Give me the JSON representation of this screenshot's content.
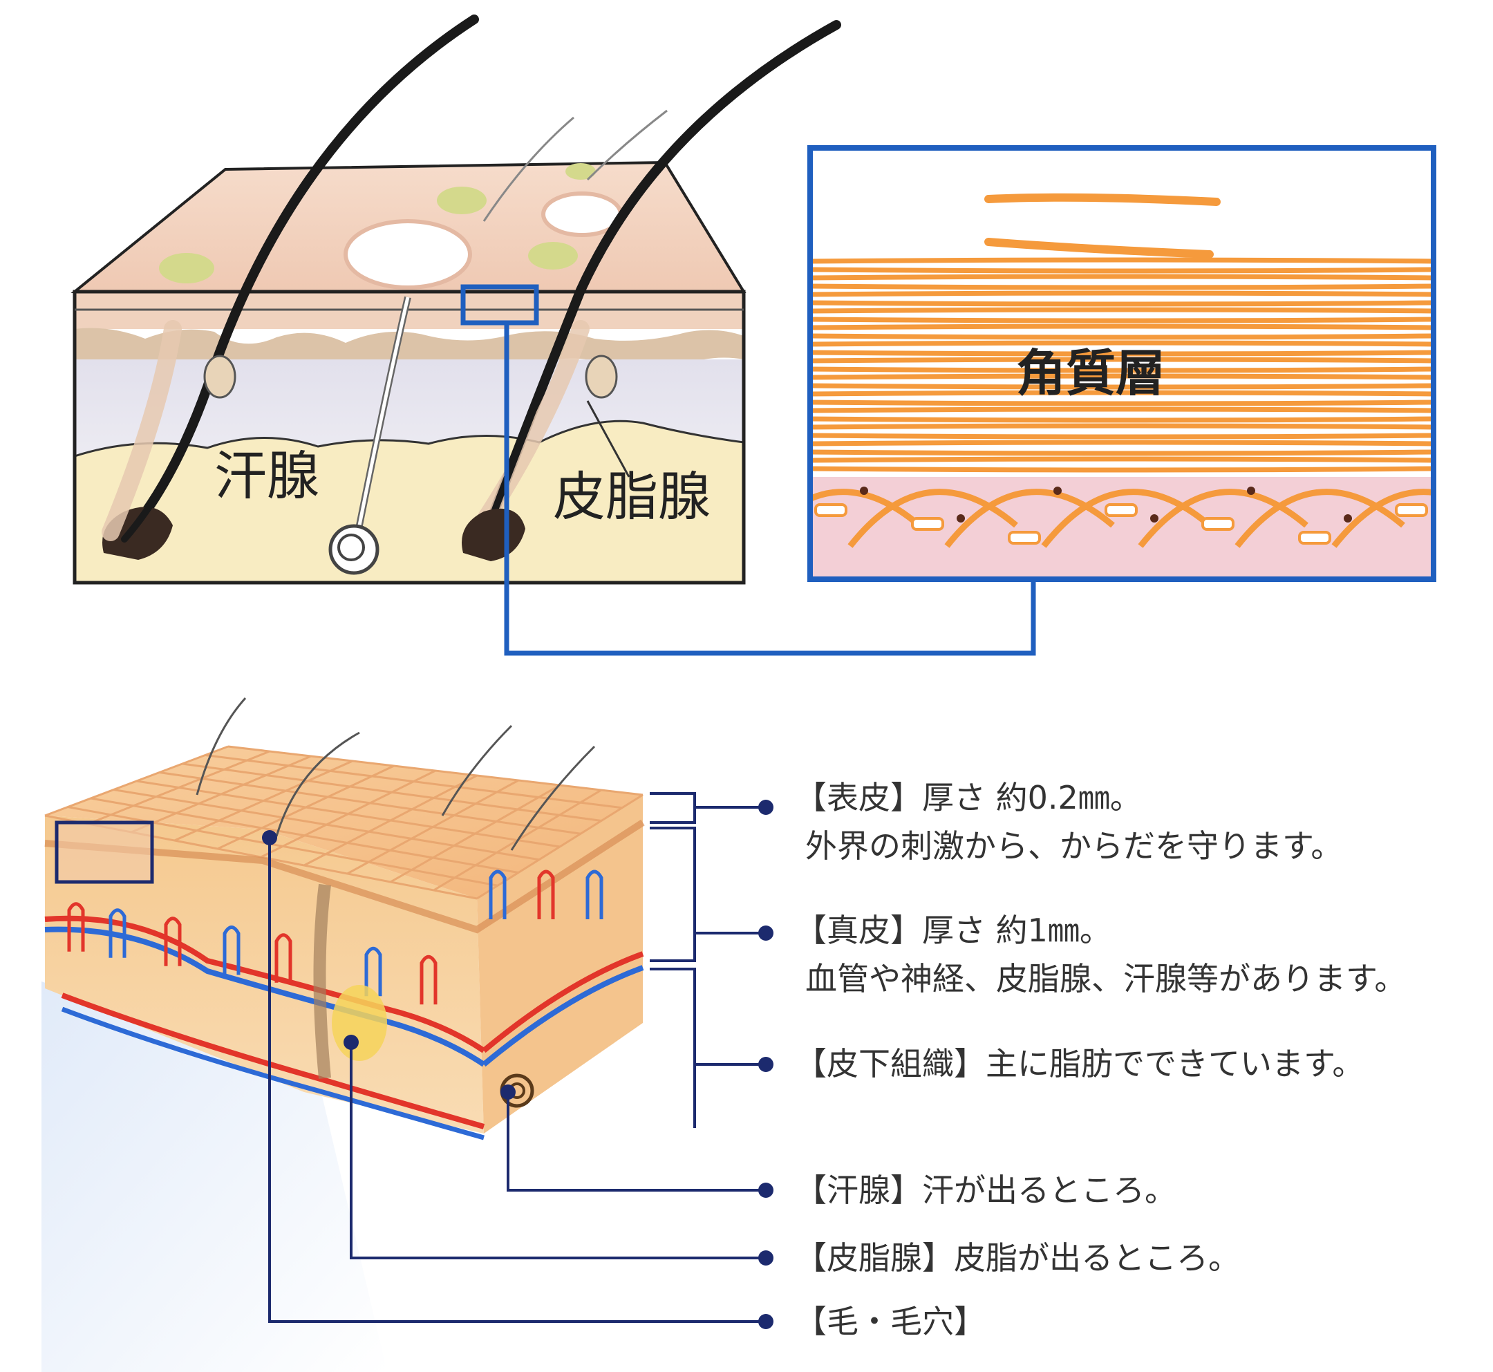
{
  "colors": {
    "frame_blue": "#1f5fbf",
    "leader_navy": "#1c2a6e",
    "corneum_orange": "#f59a3c",
    "skin_top": "#f4d6c4",
    "fat_yellow": "#f7ecc0"
  },
  "top_diagram": {
    "label_sweat_gland": "汗腺",
    "label_sebaceous_gland": "皮脂腺"
  },
  "zoom_panel": {
    "label_stratum_corneum": "角質層"
  },
  "annotations": {
    "epidermis": {
      "line1": "【表皮】厚さ 約0.2㎜。",
      "line2": "外界の刺激から、からだを守ります。"
    },
    "dermis": {
      "line1": "【真皮】厚さ 約1㎜。",
      "line2": "血管や神経、皮脂腺、汗腺等があります。"
    },
    "subcutaneous": {
      "line1": "【皮下組織】主に脂肪でできています。"
    },
    "sweat_gland": {
      "line1": "【汗腺】汗が出るところ。"
    },
    "sebaceous_gland": {
      "line1": "【皮脂腺】皮脂が出るところ。"
    },
    "hair_pore": {
      "line1": "【毛・毛穴】"
    }
  }
}
